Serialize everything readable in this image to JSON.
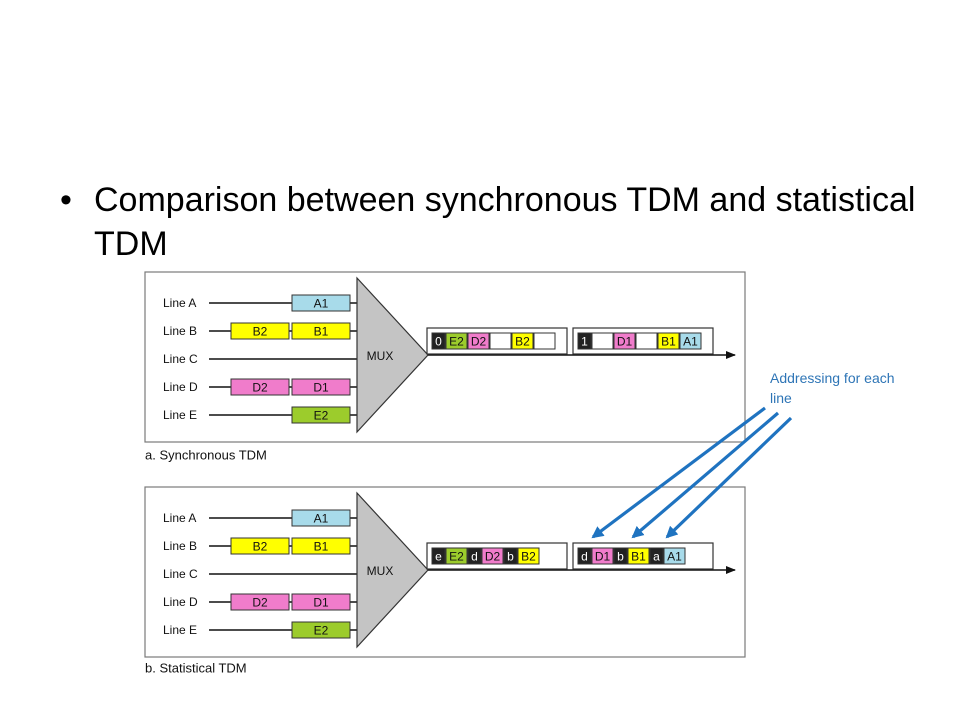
{
  "slide": {
    "bullet": "•",
    "title": "Comparison between synchronous TDM and statistical TDM"
  },
  "annotation": "Addressing for each line",
  "colors": {
    "line_A": "#a8dbea",
    "line_B": "#ffff00",
    "line_D": "#f07ccb",
    "line_E": "#9ccc2c",
    "address_box": "#222222",
    "mux": "#c4c4c4",
    "frame": "#555555",
    "arrow_annotation": "#1f73c0"
  },
  "panels": [
    {
      "id": "sync",
      "caption": "a. Synchronous TDM",
      "mux_label": "MUX",
      "lines": [
        {
          "label": "Line A",
          "key": "A",
          "units": [
            "A1"
          ]
        },
        {
          "label": "Line B",
          "key": "B",
          "units": [
            "B2",
            "B1"
          ]
        },
        {
          "label": "Line C",
          "key": "C",
          "units": []
        },
        {
          "label": "Line D",
          "key": "D",
          "units": [
            "D2",
            "D1"
          ]
        },
        {
          "label": "Line E",
          "key": "E",
          "units": [
            "E2"
          ]
        }
      ],
      "frames": [
        [
          {
            "text": "0",
            "kind": "address"
          },
          {
            "text": "E2",
            "kind": "E"
          },
          {
            "text": "D2",
            "kind": "D"
          },
          {
            "text": "",
            "kind": "empty"
          },
          {
            "text": "B2",
            "kind": "B"
          },
          {
            "text": "",
            "kind": "empty"
          }
        ],
        [
          {
            "text": "1",
            "kind": "address"
          },
          {
            "text": "",
            "kind": "empty"
          },
          {
            "text": "D1",
            "kind": "D"
          },
          {
            "text": "",
            "kind": "empty"
          },
          {
            "text": "B1",
            "kind": "B"
          },
          {
            "text": "A1",
            "kind": "A"
          }
        ]
      ]
    },
    {
      "id": "stat",
      "caption": "b. Statistical TDM",
      "mux_label": "MUX",
      "lines": [
        {
          "label": "Line A",
          "key": "A",
          "units": [
            "A1"
          ]
        },
        {
          "label": "Line B",
          "key": "B",
          "units": [
            "B2",
            "B1"
          ]
        },
        {
          "label": "Line C",
          "key": "C",
          "units": []
        },
        {
          "label": "Line D",
          "key": "D",
          "units": [
            "D2",
            "D1"
          ]
        },
        {
          "label": "Line E",
          "key": "E",
          "units": [
            "E2"
          ]
        }
      ],
      "frames": [
        [
          {
            "text": "e",
            "kind": "address"
          },
          {
            "text": "E2",
            "kind": "E"
          },
          {
            "text": "d",
            "kind": "address"
          },
          {
            "text": "D2",
            "kind": "D"
          },
          {
            "text": "b",
            "kind": "address"
          },
          {
            "text": "B2",
            "kind": "B"
          }
        ],
        [
          {
            "text": "d",
            "kind": "address"
          },
          {
            "text": "D1",
            "kind": "D"
          },
          {
            "text": "b",
            "kind": "address"
          },
          {
            "text": "B1",
            "kind": "B"
          },
          {
            "text": "a",
            "kind": "address"
          },
          {
            "text": "A1",
            "kind": "A"
          }
        ]
      ]
    }
  ]
}
